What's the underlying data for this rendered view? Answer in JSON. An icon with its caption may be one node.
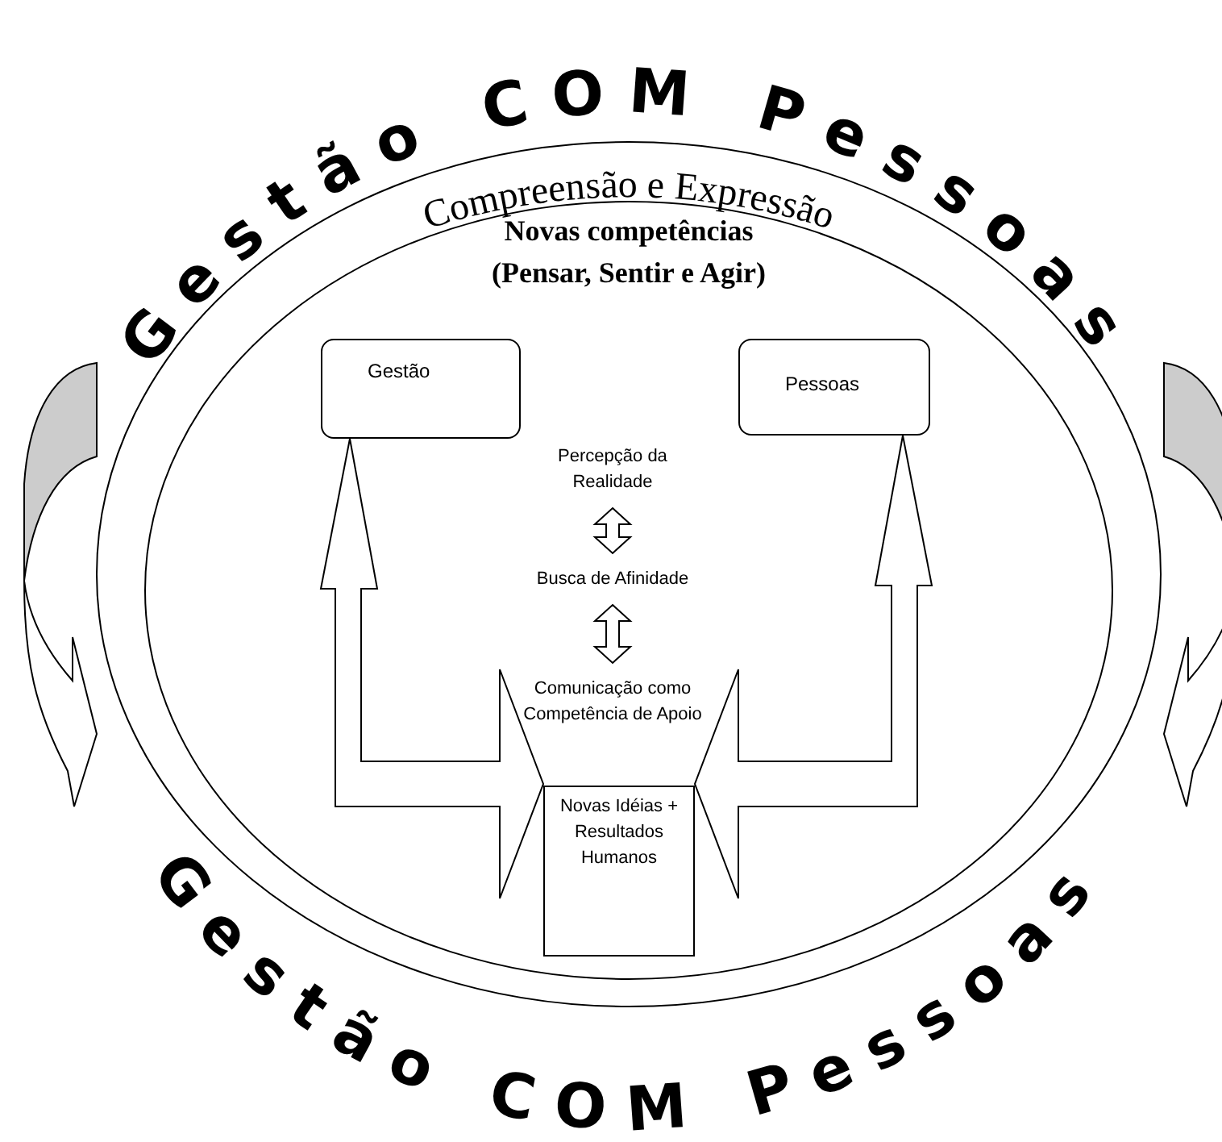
{
  "diagram": {
    "nodes": [
      {
        "text": [
          "Gestão"
        ]
      },
      {
        "text": [
          "Pessoas"
        ]
      },
      {
        "text": [
          "Percepção da Realidade"
        ]
      },
      {
        "text": [
          "Busca de Afinidade"
        ]
      },
      {
        "text": [
          "Comunicação como Competência de Apoio"
        ]
      },
      {
        "text": [
          "Novas Idéias + Resultados Humanos"
        ]
      }
    ],
    "edges": [
      {
        "from": 2,
        "to": 3,
        "arrow": "both"
      },
      {
        "from": 3,
        "to": 4,
        "arrow": "both"
      },
      {
        "from": 0,
        "to": 5,
        "arrow": "both",
        "style": "thick"
      },
      {
        "from": 1,
        "to": 5,
        "arrow": "both",
        "style": "thick"
      }
    ],
    "labels": [
      "Gestão COM Pessoas",
      "Compreensão e Expressão",
      "Novas competências (Pensar, Sentir e Agir)",
      "Gestão COM Pessoas"
    ]
  }
}
